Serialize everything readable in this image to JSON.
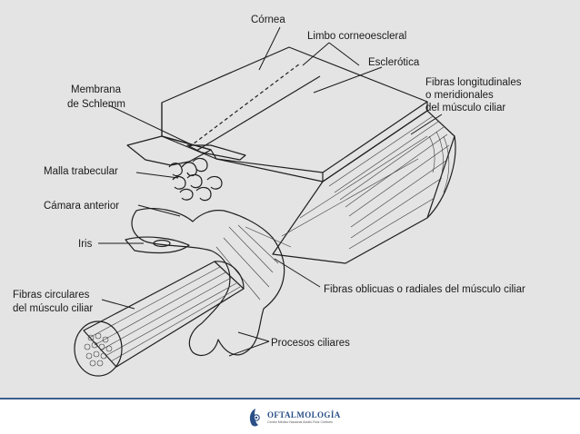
{
  "diagram": {
    "labels": {
      "cornea": "Córnea",
      "limbo": "Limbo corneoescleral",
      "esclerotica": "Esclerótica",
      "fibras_long_1": "Fibras longitudinales",
      "fibras_long_2": "o meridionales",
      "fibras_long_3": "del músculo ciliar",
      "membrana_1": "Membrana",
      "membrana_2": "de Schlemm",
      "malla": "Malla trabecular",
      "camara": "Cámara anterior",
      "iris": "Iris",
      "fibras_circ_1": "Fibras circulares",
      "fibras_circ_2": "del músculo ciliar",
      "fibras_obl": "Fibras oblicuas o radiales del músculo ciliar",
      "procesos": "Procesos ciliares"
    }
  },
  "footer": {
    "logo_name": "OFTALMOLOGÍA",
    "logo_sub": "Centro Médico Nacional Adolfo Ruiz Cortines"
  },
  "colors": {
    "background": "#e4e4e4",
    "ink": "#1f1f1f",
    "footer_rule": "#3a5f8f",
    "logo_blue": "#2a4f86"
  }
}
